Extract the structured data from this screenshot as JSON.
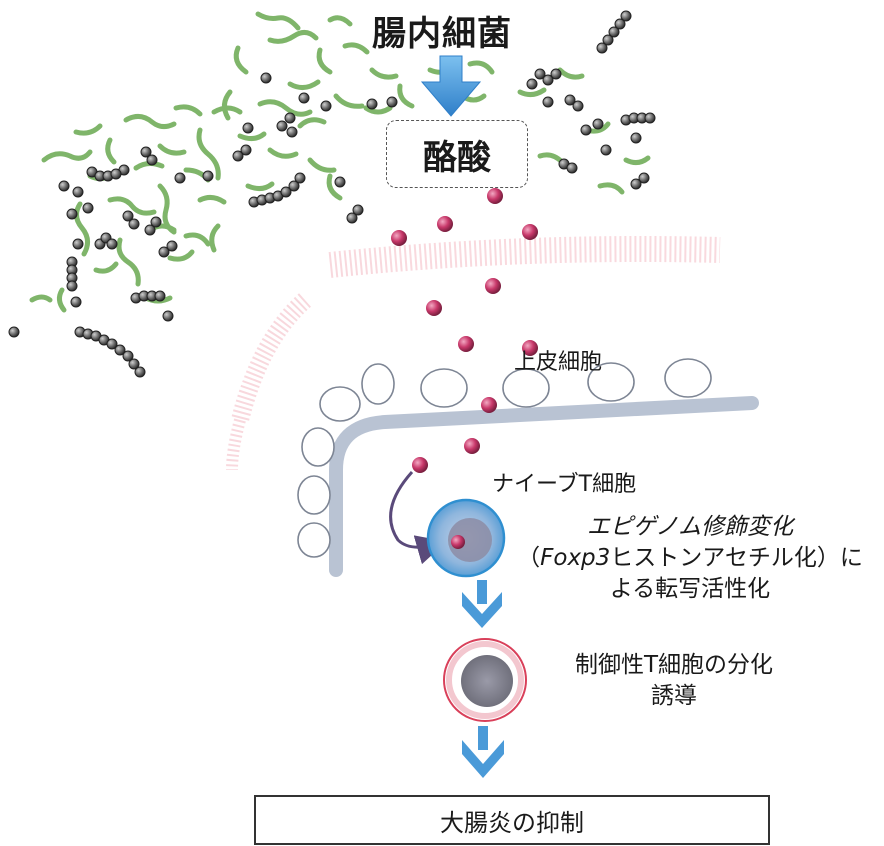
{
  "title": "腸内細菌",
  "butyrate": "酪酸",
  "epithelial_cells": "上皮細胞",
  "naive_t_cell": "ナイーブT細胞",
  "epigenome": {
    "line1": "エピゲノム修飾変化",
    "line2_open": "（",
    "line2_gene": "Foxp3",
    "line2_rest": "ヒストンアセチル化）に",
    "line3": "よる転写活性化"
  },
  "treg": {
    "line1": "制御性T細胞の分化",
    "line2": "誘導"
  },
  "outcome": "大腸炎の抑制",
  "colors": {
    "rod_bacteria": "#7fb56a",
    "cocci": "#6b6b6b",
    "butyrate_dot": "#c8386a",
    "arrow_blue": "#4a9ad8",
    "membrane": "#b9c3d3",
    "epithelium_pink": "#f4b9c3",
    "t_cell_blue": "#2f8fd0",
    "treg_ring": "#d9405a"
  }
}
